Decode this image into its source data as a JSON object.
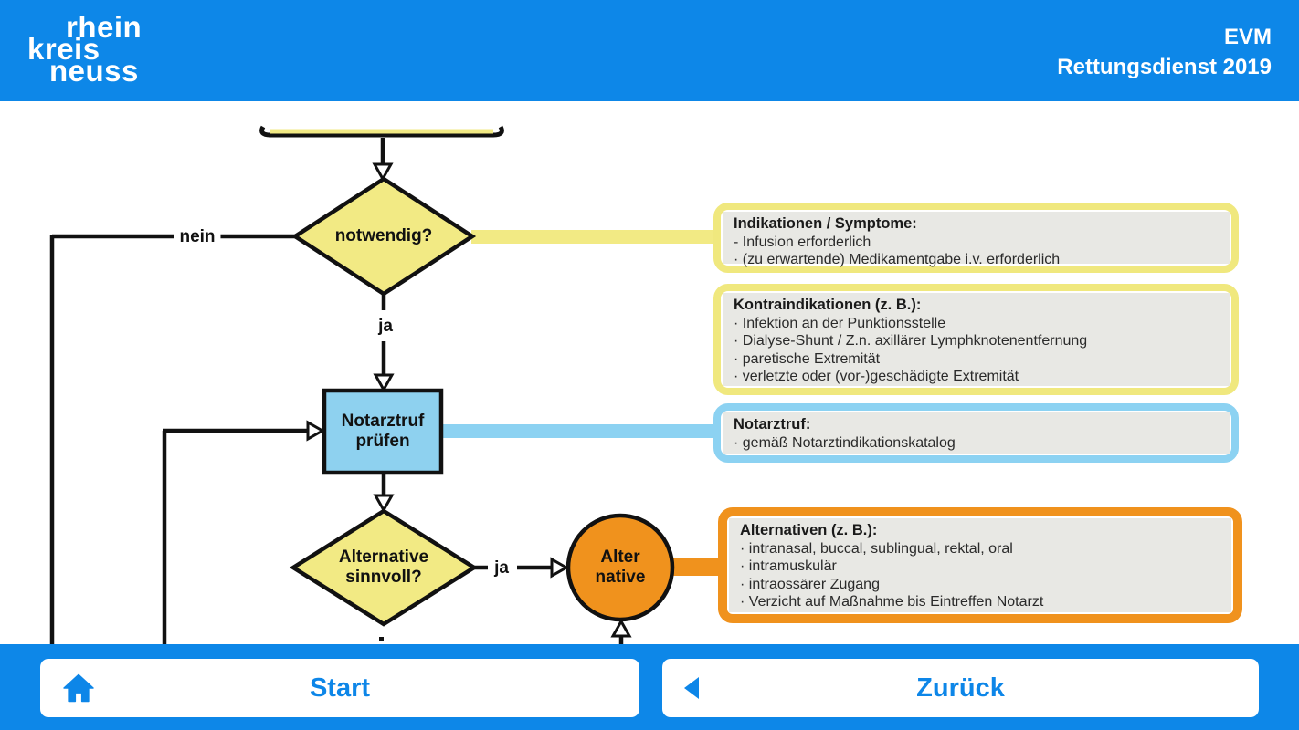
{
  "header": {
    "logo_line1": "rhein",
    "logo_line2": "kreis",
    "logo_line3": "neuss",
    "program_line1": "EVM",
    "program_line2": "Rettungsdienst 2019"
  },
  "flowchart": {
    "decision_necessary": {
      "label": "notwendig?",
      "no_label": "nein",
      "yes_label": "ja"
    },
    "process_notarztruf": {
      "line1": "Notarztruf",
      "line2": "prüfen"
    },
    "decision_alternative": {
      "line1": "Alternative",
      "line2": "sinnvoll?",
      "yes_label": "ja"
    },
    "node_alternative": {
      "line1": "Alter",
      "line2": "native"
    }
  },
  "info_boxes": [
    {
      "title": "Indikationen / Symptome:",
      "accent_color": "#f0e87e",
      "items": [
        "- Infusion erforderlich",
        "· (zu erwartende) Medikamentgabe i.v. erforderlich"
      ]
    },
    {
      "title": "Kontraindikationen (z. B.):",
      "accent_color": "#f0e87e",
      "items": [
        "· Infektion an der Punktionsstelle",
        "· Dialyse-Shunt / Z.n. axillärer Lymphknotenentfernung",
        "· paretische Extremität",
        "· verletzte oder (vor-)geschädigte Extremität"
      ]
    },
    {
      "title": "Notarztruf:",
      "accent_color": "#8cd2f2",
      "items": [
        "· gemäß Notarztindikationskatalog"
      ]
    },
    {
      "title": "Alternativen (z. B.):",
      "accent_color": "#f0921d",
      "items": [
        "· intranasal, buccal, sublingual, rektal, oral",
        "· intramuskulär",
        "· intraossärer Zugang",
        "· Verzicht auf Maßnahme bis Eintreffen Notarzt"
      ]
    }
  ],
  "footer": {
    "start_label": "Start",
    "back_label": "Zurück"
  },
  "colors": {
    "header_blue": "#0d87e8",
    "node_yellow": "#f2ea84",
    "node_blue": "#8ed1ef",
    "node_orange": "#f0921d",
    "info_gray": "#e8e8e4",
    "line_black": "#111111",
    "button_text_blue": "#0d86e8"
  }
}
